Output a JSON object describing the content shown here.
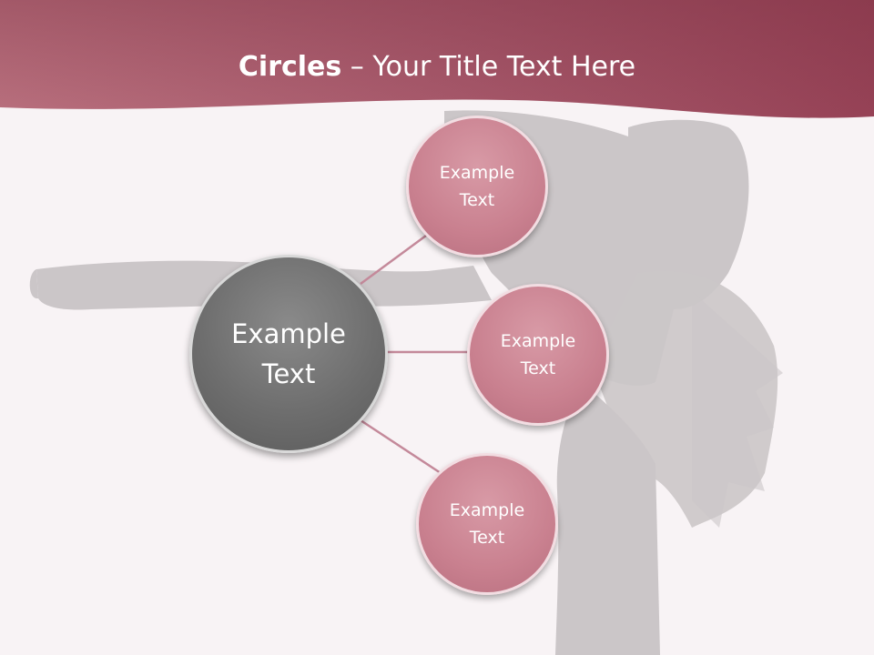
{
  "slide": {
    "title_bold": "Circles",
    "title_rest": " – Your Title Text Here"
  },
  "diagram": {
    "center_label": "Example Text",
    "nodes": [
      {
        "label": "Example Text"
      },
      {
        "label": "Example Text"
      },
      {
        "label": "Example Text"
      }
    ]
  },
  "colors": {
    "header": "#a8566a",
    "background": "#f8f3f5",
    "center_circle": "#6e6e6e",
    "node_circle": "#c9808f",
    "connector": "#c4899a"
  }
}
